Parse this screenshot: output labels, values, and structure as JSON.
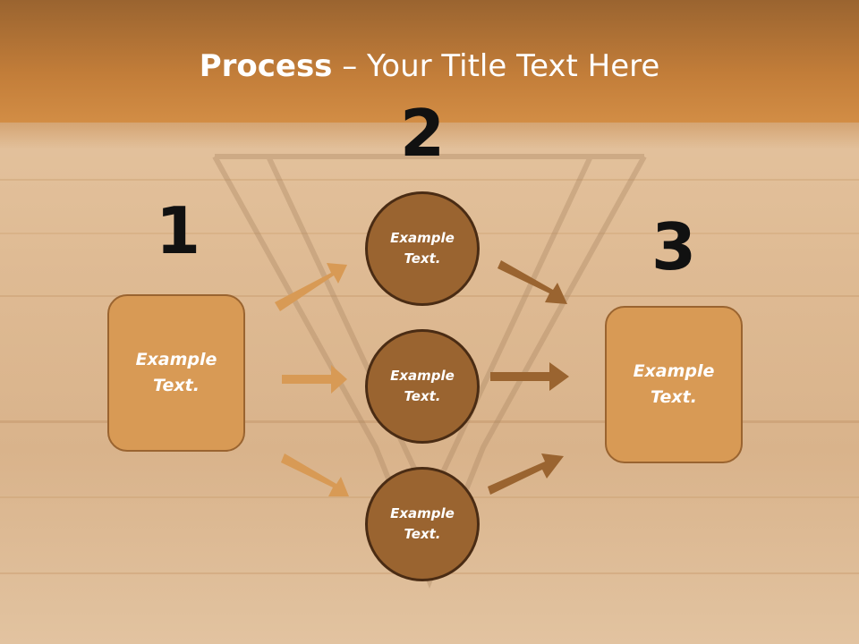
{
  "title": {
    "bold": "Process",
    "rest": " – Your Title Text Here"
  },
  "steps": [
    {
      "number": "1",
      "label": "Example\nText."
    },
    {
      "number": "2",
      "label": "Example\nText."
    },
    {
      "number": "3",
      "label": "Example\nText."
    }
  ],
  "circles": [
    {
      "label": "Example\nText."
    },
    {
      "label": "Example\nText."
    },
    {
      "label": "Example\nText."
    }
  ],
  "colors": {
    "banner": "#c27d39",
    "box_fill": "#d89a55",
    "circle_fill": "#9a6430",
    "arrow_light": "#d89a55",
    "arrow_dark": "#9a6430",
    "number": "#111111"
  }
}
